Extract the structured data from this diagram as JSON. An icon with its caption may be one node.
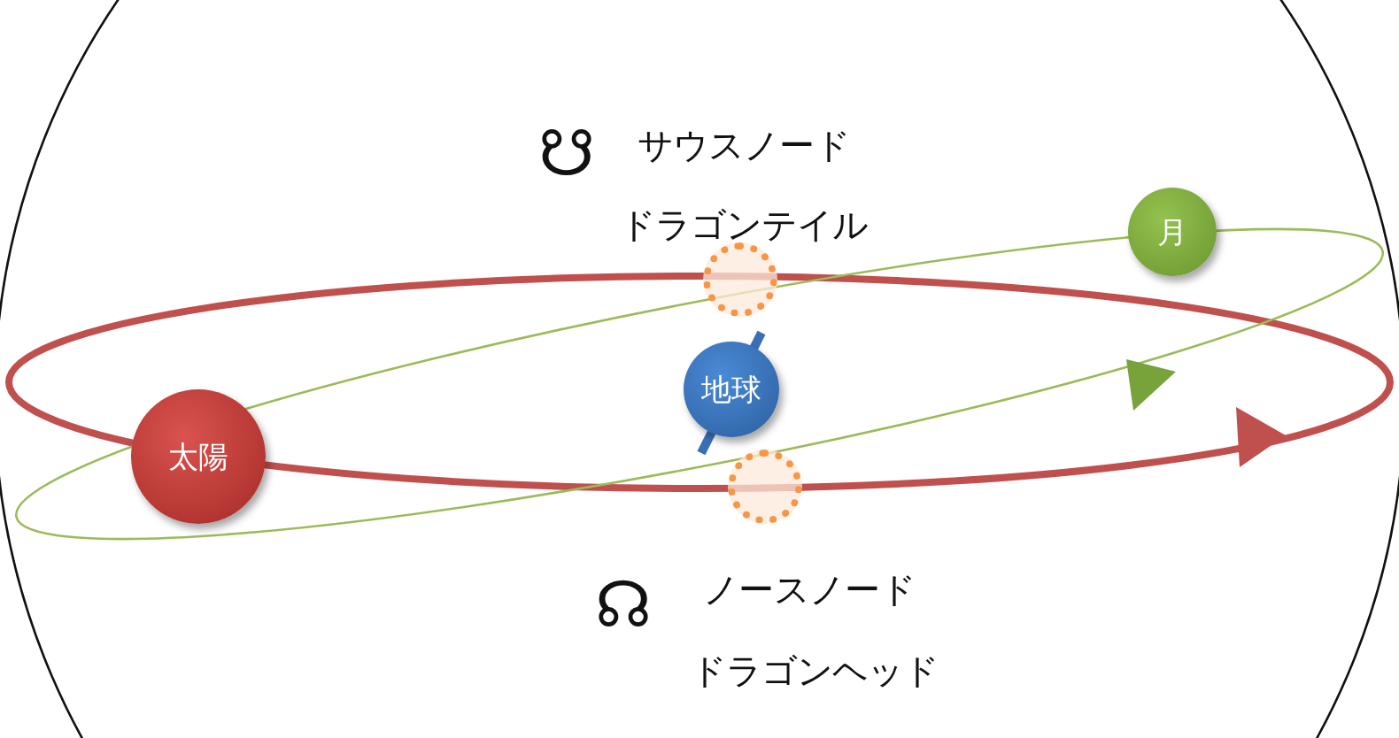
{
  "diagram": {
    "nodes": [
      {
        "text": [
          "太陽"
        ]
      },
      {
        "text": [
          "地球"
        ]
      },
      {
        "text": [
          "月"
        ]
      },
      {
        "text": [],
        "shape": "circle"
      },
      {
        "text": [],
        "shape": "circle"
      }
    ],
    "labels": [
      "☋",
      "サウスノード",
      "ドラゴンテイル",
      "☊",
      "ノースノード",
      "ドラゴンヘッド"
    ]
  }
}
